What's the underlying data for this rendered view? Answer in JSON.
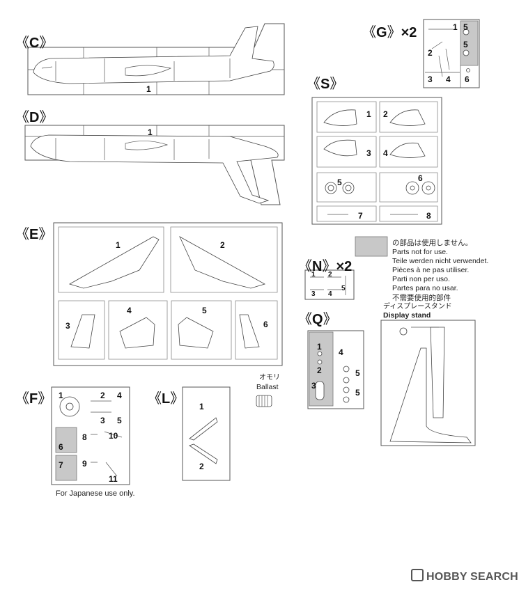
{
  "panels": {
    "C": {
      "label": "C",
      "parts": [
        "1"
      ]
    },
    "D": {
      "label": "D",
      "parts": [
        "1"
      ]
    },
    "G": {
      "label": "G",
      "multiplier": "×2",
      "parts": [
        "1",
        "2",
        "3",
        "4",
        "5",
        "5",
        "6"
      ]
    },
    "S": {
      "label": "S",
      "parts": [
        "1",
        "2",
        "3",
        "4",
        "5",
        "6",
        "7",
        "8"
      ]
    },
    "E": {
      "label": "E",
      "parts": [
        "1",
        "2",
        "3",
        "4",
        "5",
        "6"
      ]
    },
    "N": {
      "label": "N",
      "multiplier": "×2",
      "parts": [
        "1",
        "2",
        "3",
        "4",
        "5"
      ]
    },
    "Q": {
      "label": "Q",
      "parts": [
        "1",
        "2",
        "3",
        "4",
        "5",
        "5"
      ]
    },
    "F": {
      "label": "F",
      "parts": [
        "1",
        "2",
        "3",
        "4",
        "5",
        "6",
        "7",
        "8",
        "9",
        "10",
        "11"
      ]
    },
    "L": {
      "label": "L",
      "parts": [
        "1",
        "2"
      ]
    }
  },
  "ballast": {
    "jp": "オモリ",
    "en": "Ballast"
  },
  "display_stand": {
    "jp": "ディスプレースタンド",
    "en": "Display stand"
  },
  "legend": [
    "の部品は使用しません。",
    "Parts not for use.",
    "Teile werden nicht verwendet.",
    "Pièces à ne pas utiliser.",
    "Parti non per uso.",
    "Partes para no usar.",
    "不需要使用的部件"
  ],
  "footnote": "For Japanese use only.",
  "watermark": "HOBBY SEARCH",
  "colors": {
    "frame": "#555555",
    "unused_part": "#c8c8c8",
    "text": "#111111"
  }
}
